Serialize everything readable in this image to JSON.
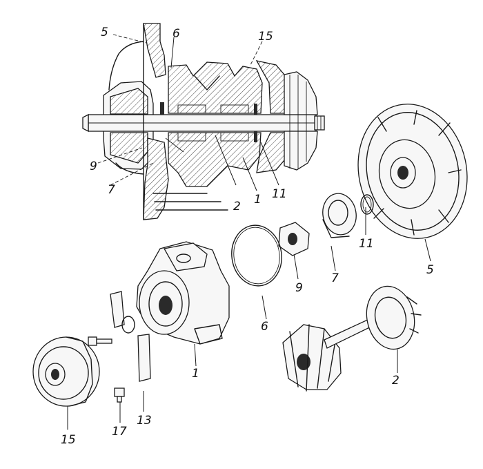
{
  "callouts": {
    "c5_top": "5",
    "c6_top": "6",
    "c15_top": "15",
    "c9_left": "9",
    "c7_left": "7",
    "c2_mid": "2",
    "c1_mid": "1",
    "c11_mid": "11",
    "c11_right": "11",
    "c5_right": "5",
    "c7_mid": "7",
    "c9_mid": "9",
    "c6_mid": "6",
    "c1_bottom": "1",
    "c2_bottom": "2",
    "c15_bottom": "15",
    "c17_bottom": "17",
    "c13_bottom": "13"
  }
}
